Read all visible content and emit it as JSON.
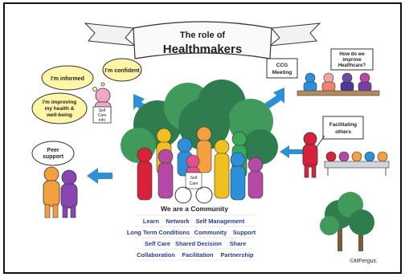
{
  "banner": {
    "line1": "The role of",
    "line2": "Healthmakers"
  },
  "thoughts": {
    "informed": "I'm informed",
    "confident": "I'm confident",
    "improving_1": "I'm improving",
    "improving_2": "my health &",
    "improving_3": "well-being"
  },
  "info_sign": {
    "line1": "Self",
    "line2": "Care",
    "line3": "info"
  },
  "peer": {
    "line1": "Peer",
    "line2": "support"
  },
  "ccg": {
    "line1": "CCG",
    "line2": "Meeting"
  },
  "improve": {
    "line1": "How do we",
    "line2": "improve",
    "line3": "Healthcare?"
  },
  "facilitating": {
    "line1": "Facilitating",
    "line2": "others"
  },
  "selfcare_sign": {
    "line1": "Self",
    "line2": "Care"
  },
  "community": {
    "title": "We are a Community",
    "row1": [
      "Learn",
      "Network",
      "Self Management"
    ],
    "row2": [
      "Long Term Conditions",
      "Community",
      "Support"
    ],
    "row3": [
      "Self Care",
      "Shared Decision",
      "Share"
    ],
    "row4": [
      "Collaboration",
      "Facilitation",
      "Partnership"
    ]
  },
  "signature": "©MFergus.",
  "colors": {
    "arrow": "#2f8fd6",
    "tree_dark": "#2f7d4f",
    "tree_mid": "#3f9a5c",
    "people": [
      "#d8223a",
      "#b44aa6",
      "#f0c020",
      "#f4a040",
      "#2c8fd8",
      "#38a85a",
      "#e25090",
      "#7a3ea0"
    ],
    "keyword_text": "#2b3f8a"
  }
}
